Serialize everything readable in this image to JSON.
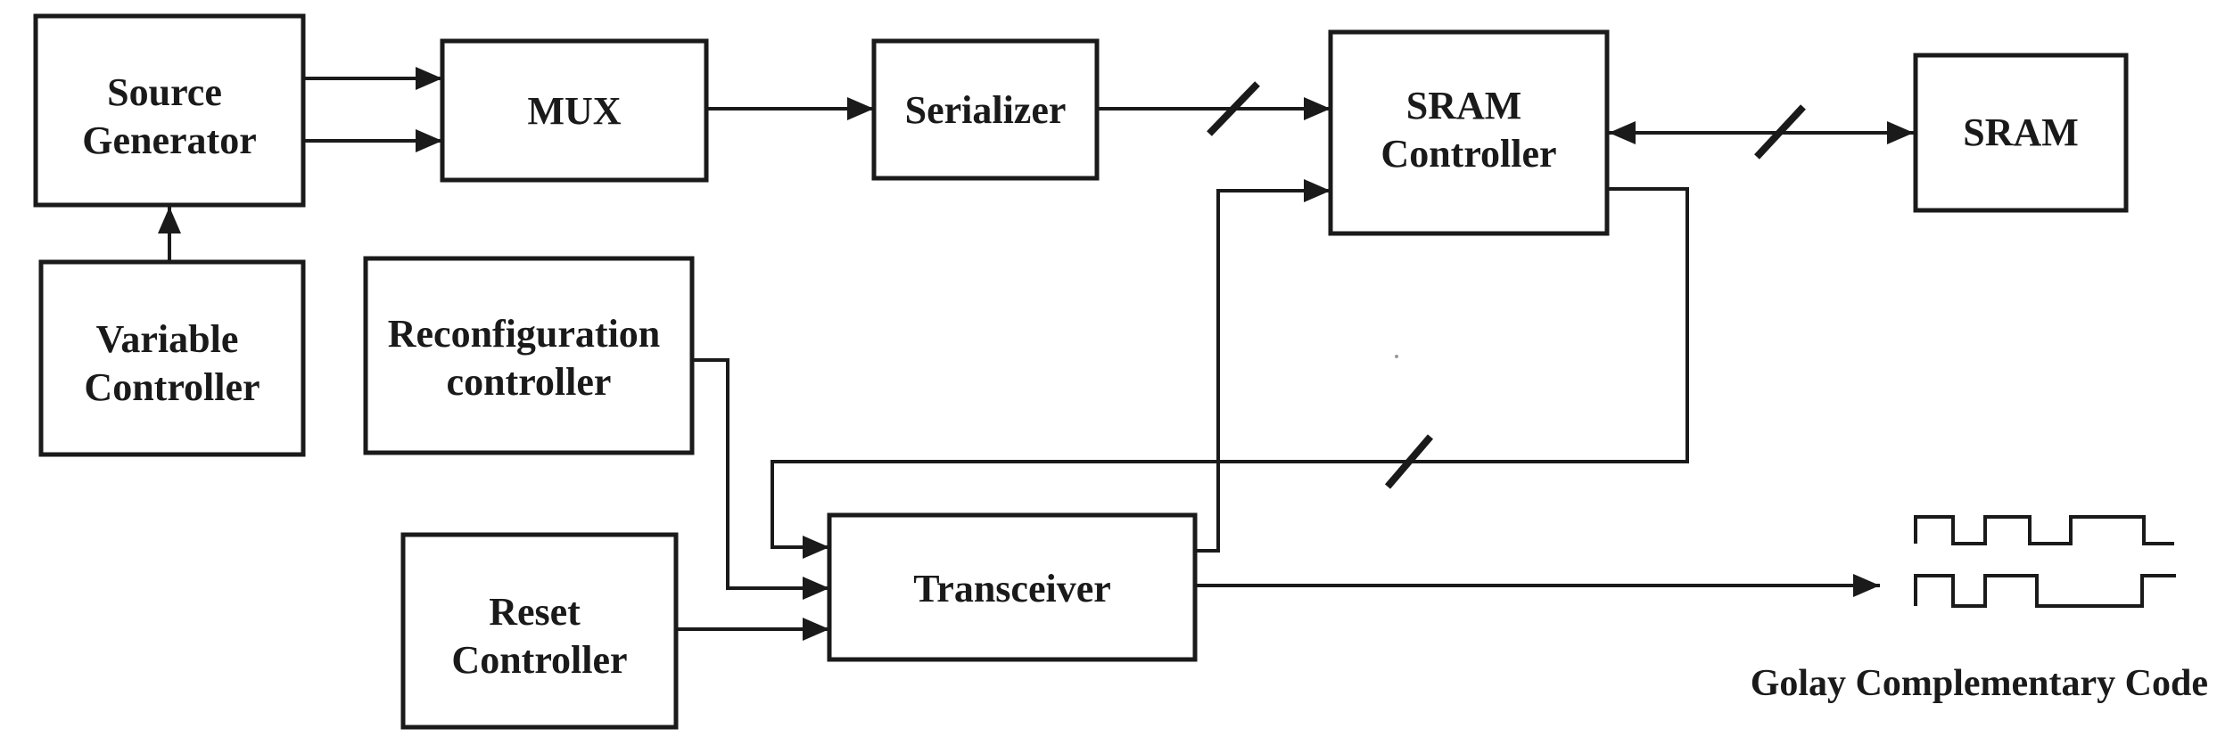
{
  "blocks": {
    "source_generator": [
      "Source",
      "Generator"
    ],
    "variable_controller": [
      "Variable",
      "Controller"
    ],
    "mux": [
      "MUX"
    ],
    "serializer": [
      "Serializer"
    ],
    "sram_controller": [
      "SRAM",
      "Controller"
    ],
    "sram": [
      "SRAM"
    ],
    "reconfiguration_controller": [
      "Reconfiguration",
      "controller"
    ],
    "reset_controller": [
      "Reset",
      "Controller"
    ],
    "transceiver": [
      "Transceiver"
    ]
  },
  "output": {
    "caption": "Golay Complementary Code"
  },
  "colors": {
    "ink": "#1a1a1a",
    "background": "#ffffff"
  }
}
